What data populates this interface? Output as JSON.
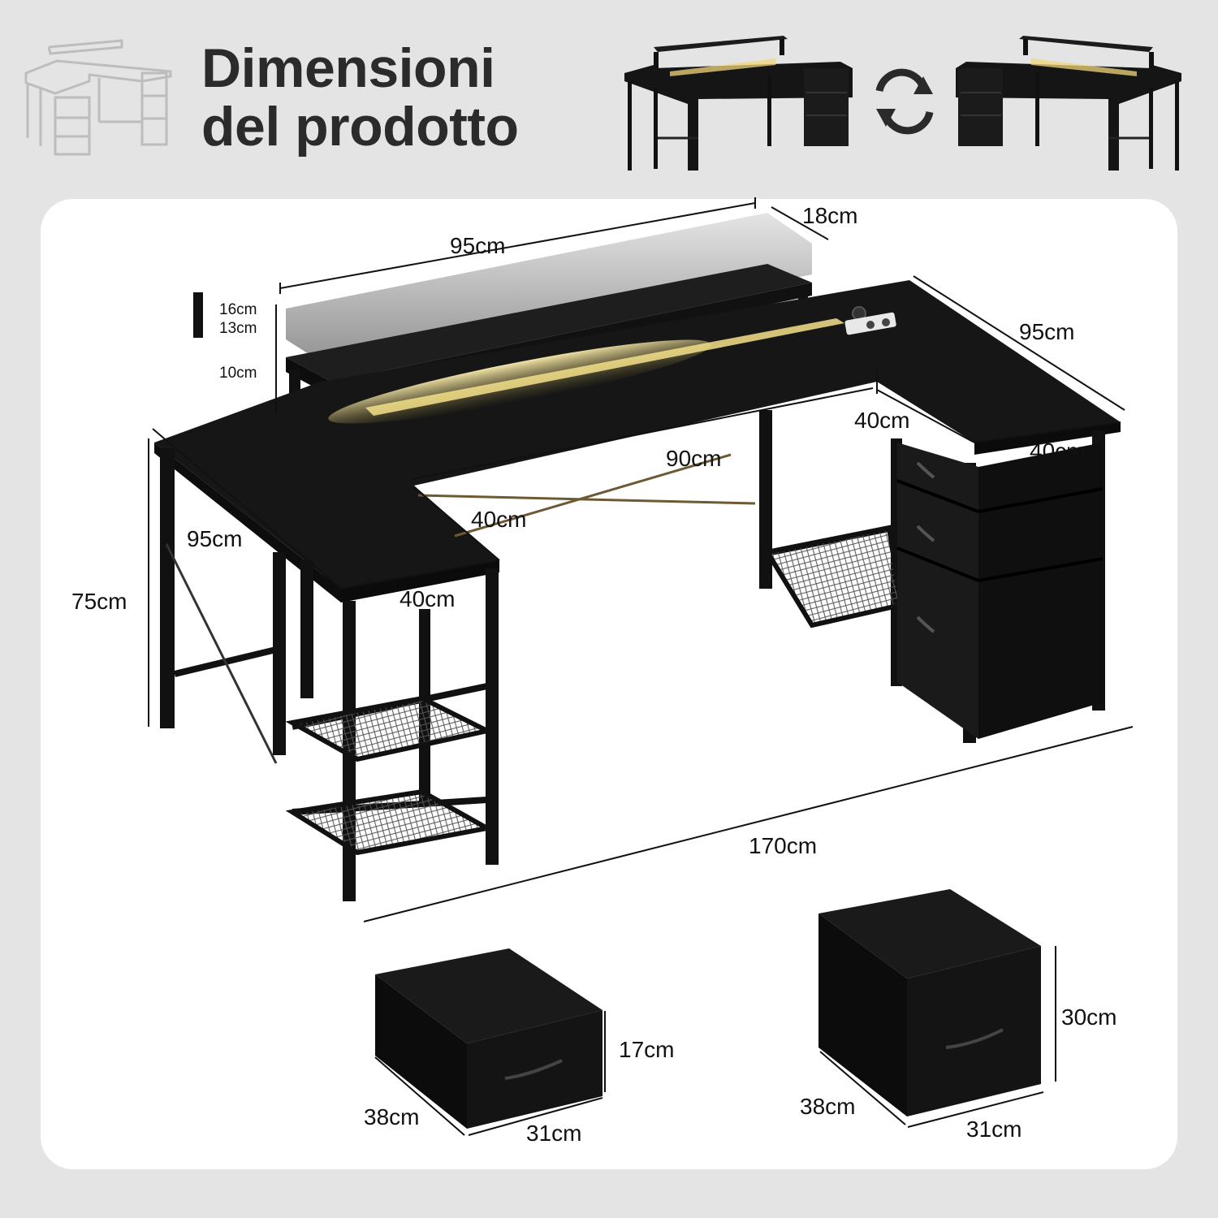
{
  "header": {
    "title_line1": "Dimensioni",
    "title_line2": "del prodotto"
  },
  "colors": {
    "background": "#e4e4e4",
    "card": "#ffffff",
    "desk": "#141414",
    "led": "#f2d77a",
    "title": "#2b2b2b"
  },
  "icons": {
    "outline_thumbnail": "desk-outline-icon",
    "reversible": "swap-arrows-icon"
  },
  "desk_dimensions": {
    "shelf_length": "95cm",
    "shelf_depth": "18cm",
    "shelf_height_total": "16cm",
    "shelf_height_mid": "13cm",
    "shelf_height_low": "10cm",
    "right_wing_length": "95cm",
    "right_inner_depth": "40cm",
    "right_end_width": "40cm",
    "center_length": "90cm",
    "left_inner_depth": "40cm",
    "left_wing_length": "95cm",
    "left_end_width": "40cm",
    "desk_height": "75cm",
    "total_length": "170cm"
  },
  "small_drawer": {
    "height": "17cm",
    "depth": "38cm",
    "width": "31cm"
  },
  "large_drawer": {
    "height": "30cm",
    "depth": "38cm",
    "width": "31cm"
  }
}
